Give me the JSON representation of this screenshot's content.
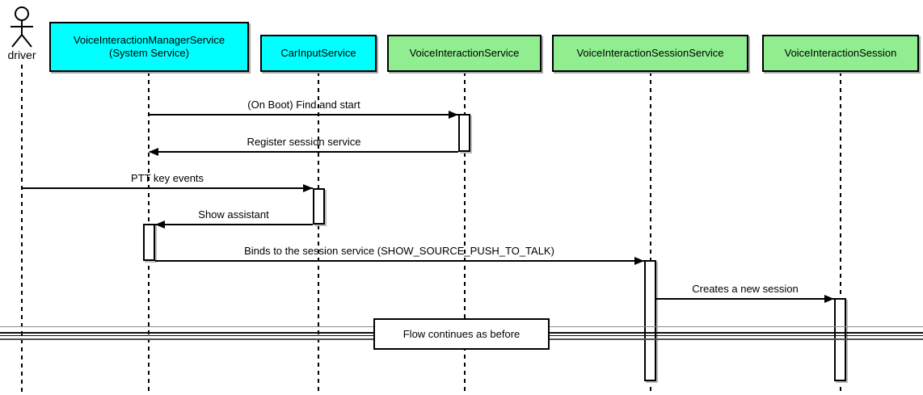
{
  "actor": {
    "label": "driver"
  },
  "participants": [
    {
      "label": "VoiceInteractionManagerService\n(System Service)",
      "color": "#00ffff"
    },
    {
      "label": "CarInputService",
      "color": "#00ffff"
    },
    {
      "label": "VoiceInteractionService",
      "color": "#90ee90"
    },
    {
      "label": "VoiceInteractionSessionService",
      "color": "#90ee90"
    },
    {
      "label": "VoiceInteractionSession",
      "color": "#90ee90"
    }
  ],
  "messages": [
    {
      "label": "(On Boot) Find and start",
      "from": "VoiceInteractionManagerService",
      "to": "VoiceInteractionService",
      "direction": "right"
    },
    {
      "label": "Register session service",
      "from": "VoiceInteractionService",
      "to": "VoiceInteractionManagerService",
      "direction": "left"
    },
    {
      "label": "PTT key events",
      "from": "driver",
      "to": "CarInputService",
      "direction": "right"
    },
    {
      "label": "Show assistant",
      "from": "CarInputService",
      "to": "VoiceInteractionManagerService",
      "direction": "left"
    },
    {
      "label": "Binds to the session service (SHOW_SOURCE_PUSH_TO_TALK)",
      "from": "VoiceInteractionManagerService",
      "to": "VoiceInteractionSessionService",
      "direction": "right"
    },
    {
      "label": "Creates a new session",
      "from": "VoiceInteractionSessionService",
      "to": "VoiceInteractionSession",
      "direction": "right"
    }
  ],
  "divider": {
    "label": "Flow continues as before"
  },
  "colors": {
    "background": "#ffffff",
    "line": "#000000",
    "participant_cyan": "#00ffff",
    "participant_green": "#90ee90",
    "shadow": "#a6a6a6"
  }
}
